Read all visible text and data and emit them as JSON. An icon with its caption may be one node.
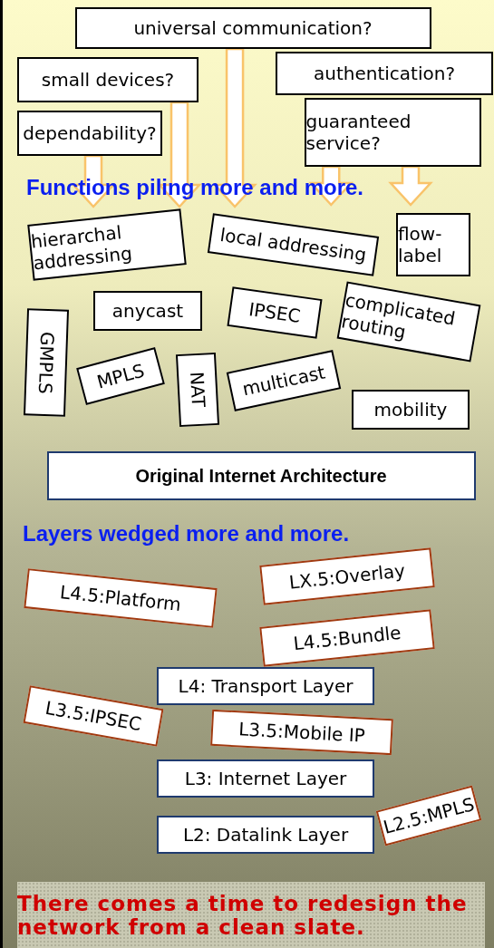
{
  "diagram": {
    "nodes": [
      {
        "text": [
          "universal communication?"
        ]
      },
      {
        "text": [
          "small devices?"
        ]
      },
      {
        "text": [
          "authentication?"
        ]
      },
      {
        "text": [
          "dependability?"
        ]
      },
      {
        "text": [
          "guaranteed service?"
        ]
      },
      {
        "text": [
          "flow-label"
        ]
      },
      {
        "text": [
          "hierarchal addressing"
        ]
      },
      {
        "text": [
          "local addressing"
        ]
      },
      {
        "text": [
          "anycast"
        ]
      },
      {
        "text": [
          "GMPLS"
        ]
      },
      {
        "text": [
          "MPLS"
        ]
      },
      {
        "text": [
          "IPSEC"
        ]
      },
      {
        "text": [
          "NAT"
        ]
      },
      {
        "text": [
          "complicated routing"
        ]
      },
      {
        "text": [
          "multicast"
        ]
      },
      {
        "text": [
          "mobility"
        ]
      },
      {
        "text": [
          "Original Internet Architecture"
        ]
      },
      {
        "text": [
          "L4.5:Platform"
        ]
      },
      {
        "text": [
          "LX.5:Overlay"
        ]
      },
      {
        "text": [
          "L4.5:Bundle"
        ]
      },
      {
        "text": [
          "L4: Transport Layer"
        ]
      },
      {
        "text": [
          "L3.5:IPSEC"
        ]
      },
      {
        "text": [
          "L3.5:Mobile IP"
        ]
      },
      {
        "text": [
          "L3: Internet Layer"
        ]
      },
      {
        "text": [
          "L2.5:MPLS"
        ]
      },
      {
        "text": [
          "L2: Datalink Layer"
        ]
      },
      {
        "text": [
          "There comes a time to redesign the network from a clean slate."
        ]
      }
    ],
    "edges": [
      {
        "from": 3,
        "to": null,
        "arrow": "to"
      },
      {
        "from": 1,
        "to": null,
        "arrow": "to"
      },
      {
        "from": 0,
        "to": null,
        "arrow": "to"
      },
      {
        "from": 4,
        "to": null,
        "arrow": "to"
      },
      {
        "from": 4,
        "to": null,
        "arrow": "to"
      }
    ],
    "labels": [
      "Functions piling more and more.",
      "Layers wedged more and more."
    ]
  }
}
